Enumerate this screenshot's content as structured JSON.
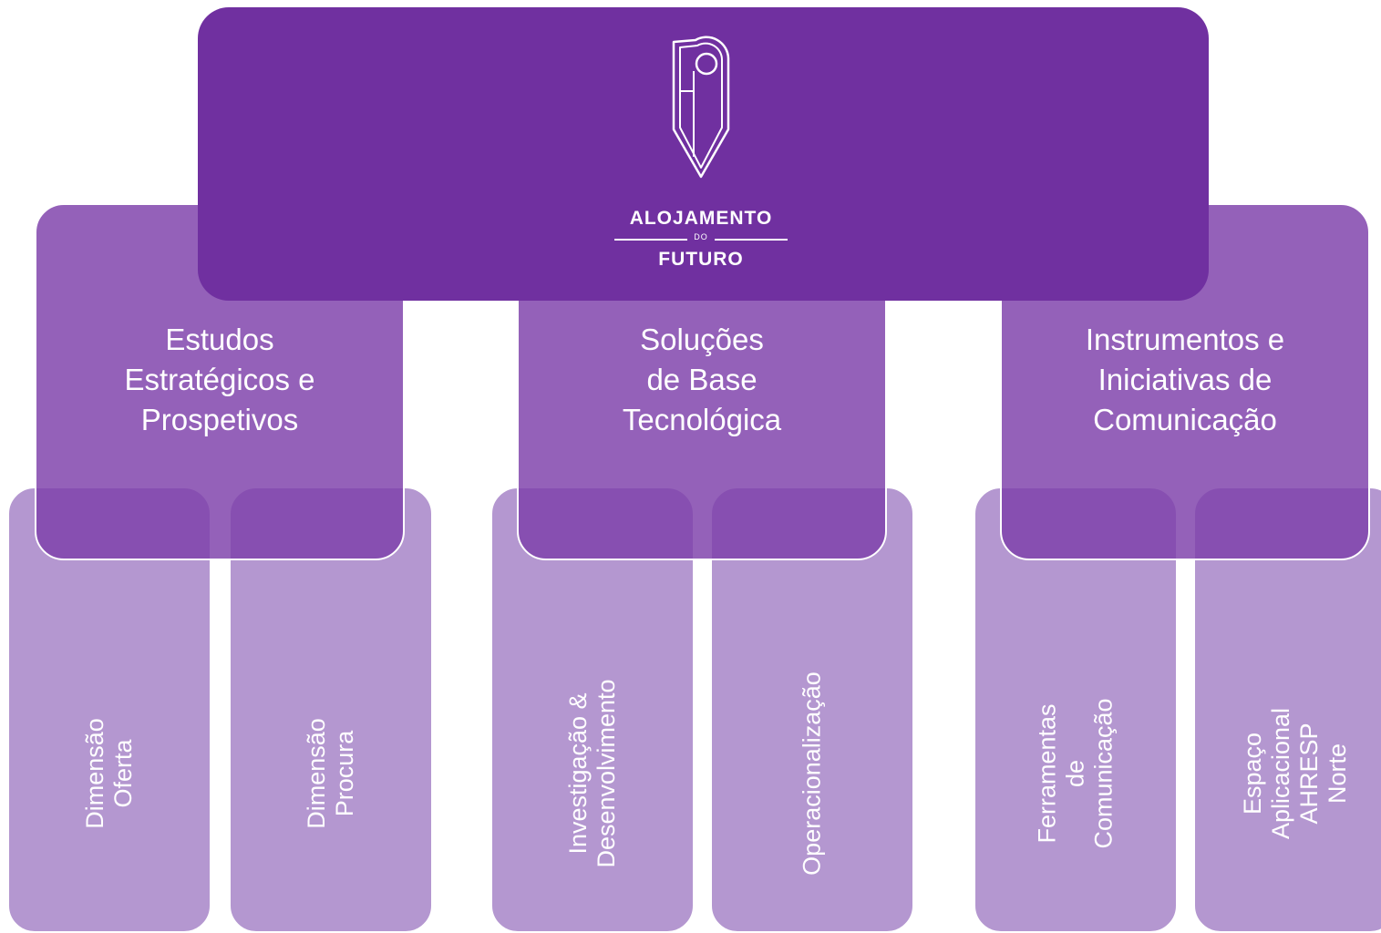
{
  "brand": {
    "line1": "ALOJAMENTO",
    "connector": "DO",
    "line2": "FUTURO",
    "icon": "door-hanger-logo-icon"
  },
  "categories": [
    {
      "label": "Estudos\nEstratégicos e\nProspetivos"
    },
    {
      "label": "Soluções\nde Base\nTecnológica"
    },
    {
      "label": "Instrumentos e\nIniciativas de\nComunicação"
    }
  ],
  "leaves": [
    {
      "label": "Dimensão\nOferta"
    },
    {
      "label": "Dimensão\nProcura"
    },
    {
      "label": "Investigação &\nDesenvolvimento"
    },
    {
      "label": "Operacionalização"
    },
    {
      "label": "Ferramentas de\nComunicação"
    },
    {
      "label": "Espaço Aplicacional\nAHRESP Norte"
    }
  ],
  "colors": {
    "header": "#7030a0",
    "category": "#8e5ab7",
    "leaf": "#b497d0",
    "text": "#ffffff"
  }
}
